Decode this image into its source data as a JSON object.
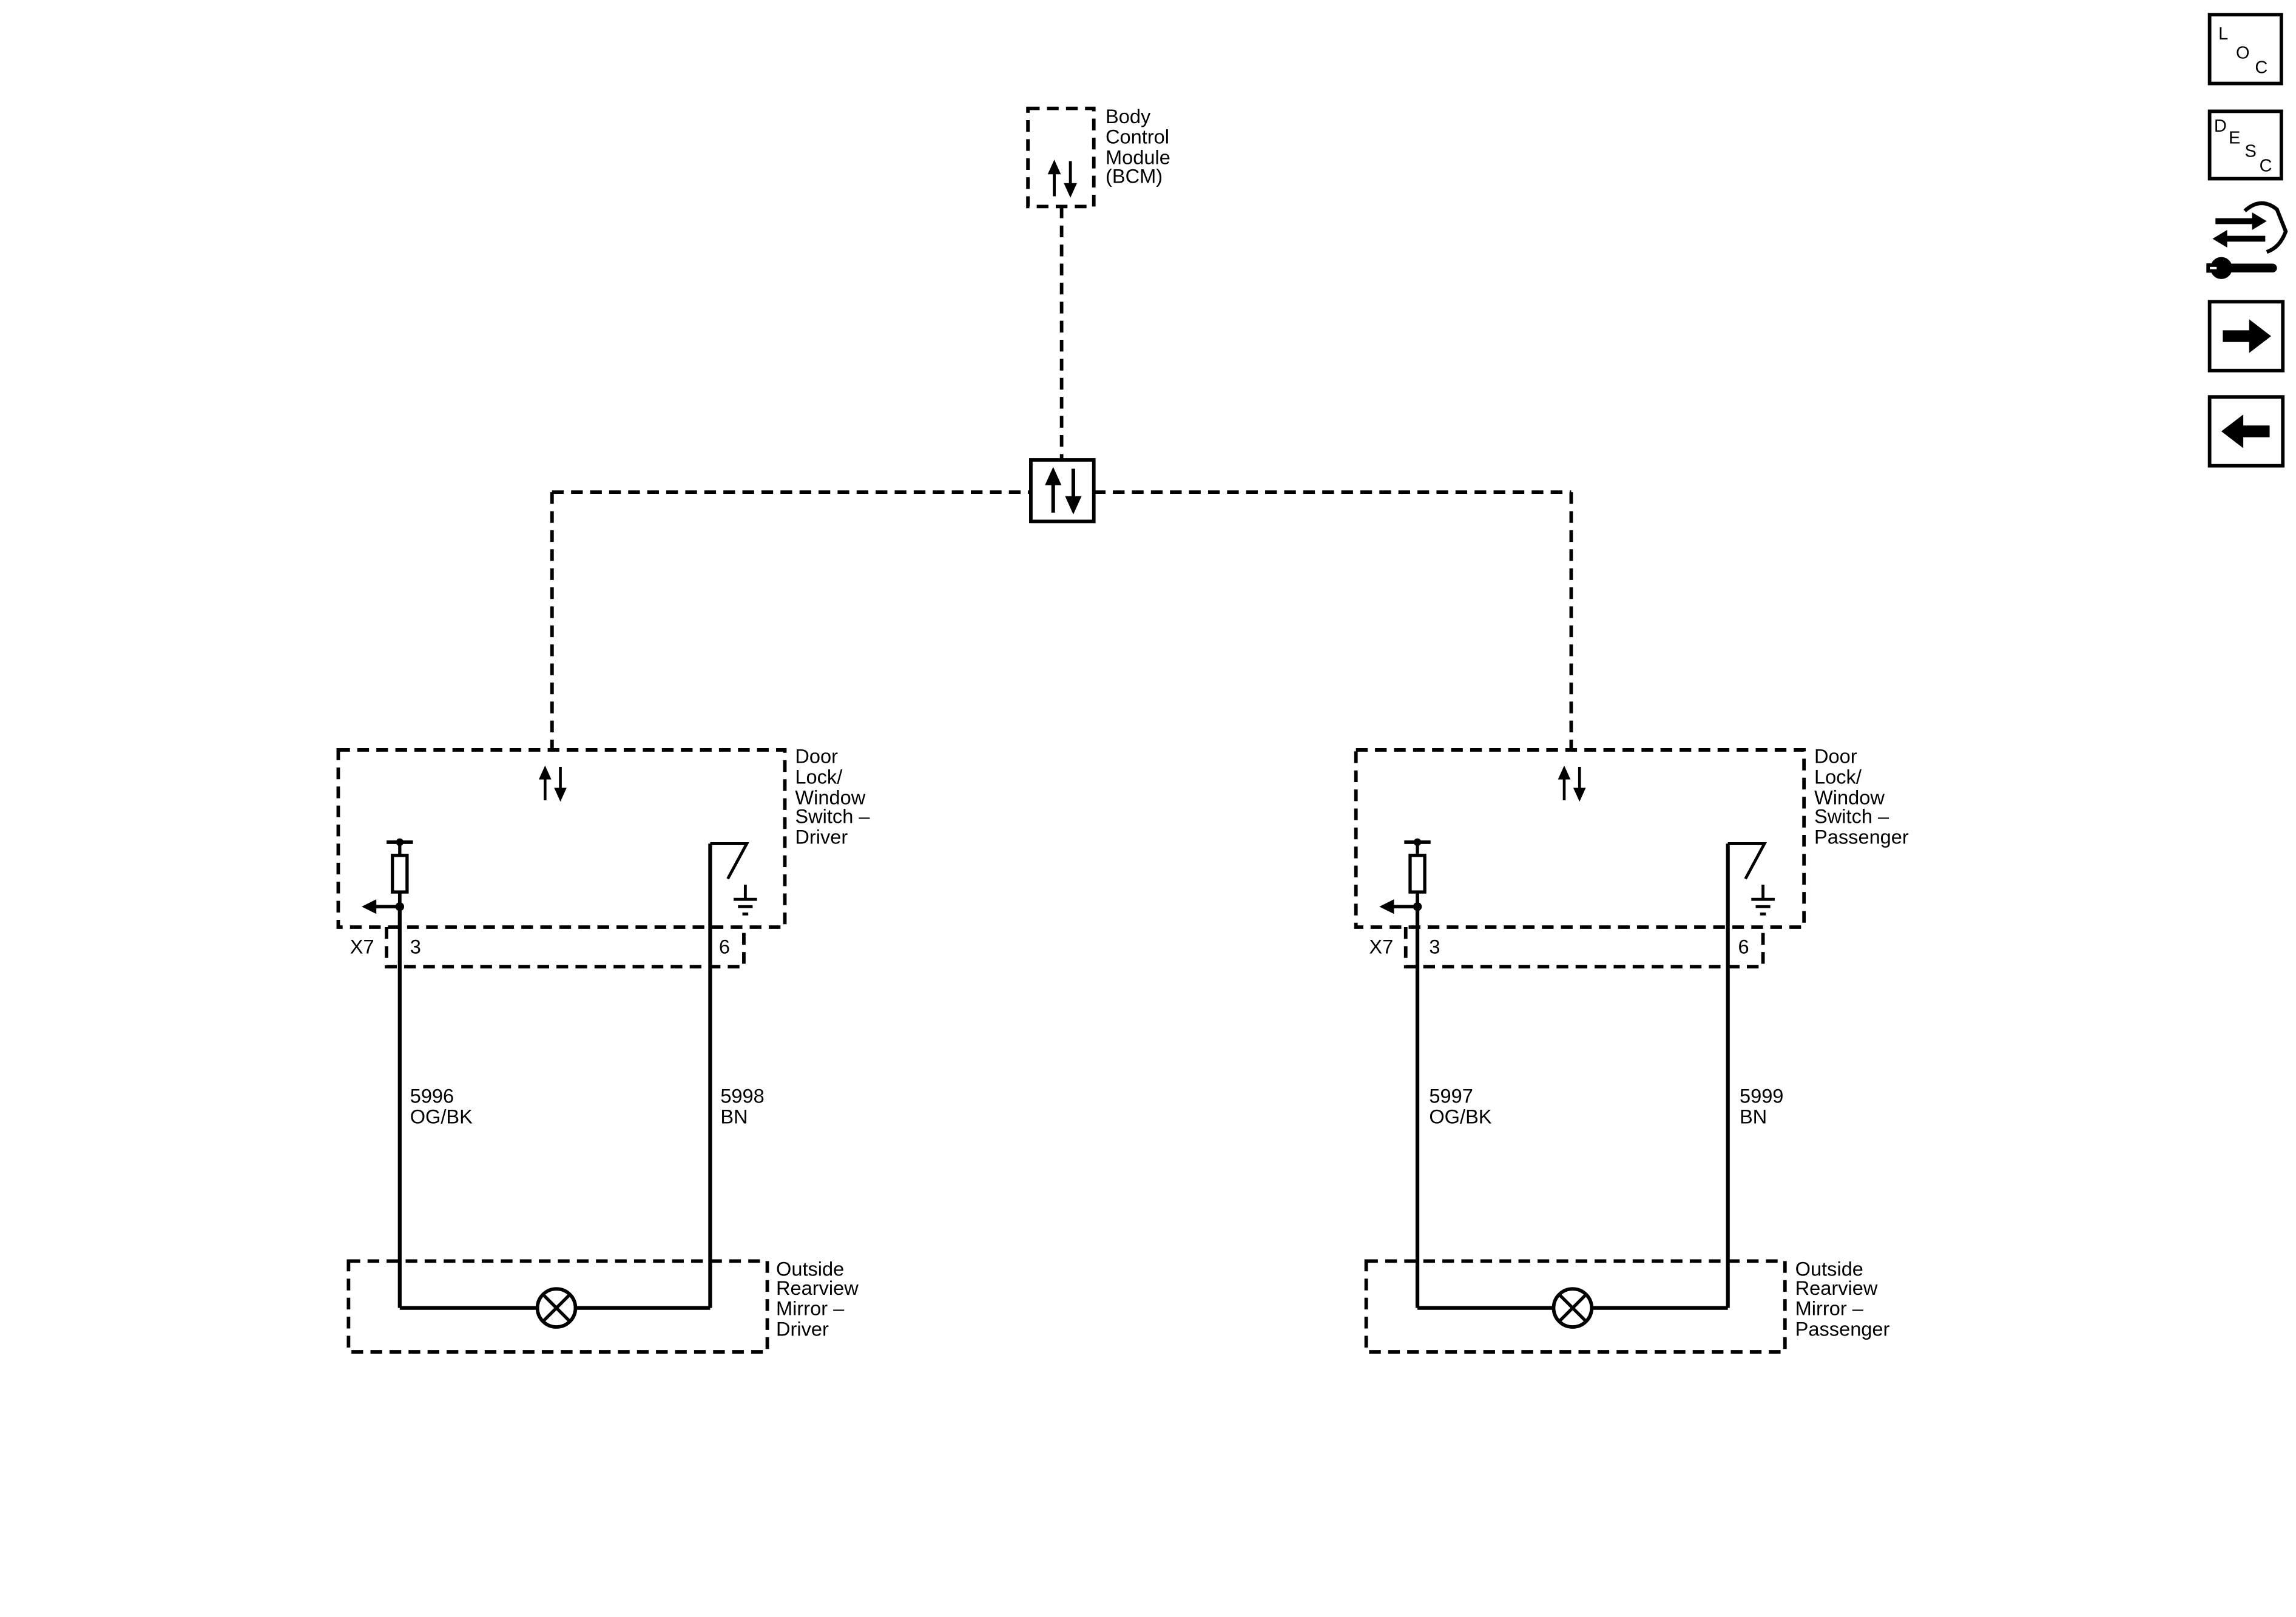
{
  "toolbar": {
    "loc_button": {
      "icon": "loc-icon",
      "letters": [
        "L",
        "O",
        "C"
      ]
    },
    "desc_button": {
      "icon": "desc-icon",
      "letters": [
        "D",
        "E",
        "S",
        "C"
      ]
    },
    "tool_button": {
      "icon": "wrench-arrows-icon"
    },
    "next_button": {
      "icon": "arrow-right-icon"
    },
    "prev_button": {
      "icon": "arrow-left-icon"
    }
  },
  "diagram": {
    "bcm": {
      "icon": "bidirectional-data-icon",
      "label_lines": [
        "Body",
        "Control",
        "Module",
        "(BCM)"
      ]
    },
    "serial_data_splice": {
      "icon": "bidirectional-data-icon"
    },
    "driver_switch": {
      "icon": "bidirectional-data-icon",
      "label_lines": [
        "Door",
        "Lock/",
        "Window",
        "Switch –",
        "Driver"
      ],
      "connector": "X7",
      "pins": [
        "3",
        "6"
      ]
    },
    "passenger_switch": {
      "icon": "bidirectional-data-icon",
      "label_lines": [
        "Door",
        "Lock/",
        "Window",
        "Switch –",
        "Passenger"
      ],
      "connector": "X7",
      "pins": [
        "3",
        "6"
      ]
    },
    "driver_wires": [
      {
        "circuit": "5996",
        "color": "OG/BK"
      },
      {
        "circuit": "5998",
        "color": "BN"
      }
    ],
    "passenger_wires": [
      {
        "circuit": "5997",
        "color": "OG/BK"
      },
      {
        "circuit": "5999",
        "color": "BN"
      }
    ],
    "driver_mirror": {
      "icon": "lamp-icon",
      "label_lines": [
        "Outside",
        "Rearview",
        "Mirror –",
        "Driver"
      ]
    },
    "passenger_mirror": {
      "icon": "lamp-icon",
      "label_lines": [
        "Outside",
        "Rearview",
        "Mirror –",
        "Passenger"
      ]
    }
  },
  "colors": {
    "ink": "#000000",
    "background": "#ffffff"
  }
}
